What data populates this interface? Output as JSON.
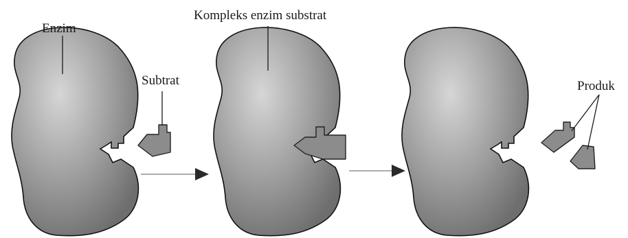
{
  "labels": {
    "enzyme": "Enzim",
    "substrate": "Subtrat",
    "complex": "Kompleks enzim substrat",
    "product": "Produk"
  },
  "colors": {
    "enzyme_center": "#d6d6d6",
    "enzyme_edge": "#6e6e6e",
    "piece_fill": "#8c8c8c",
    "arrow": "#2a2a2a",
    "outline": "#111111"
  }
}
